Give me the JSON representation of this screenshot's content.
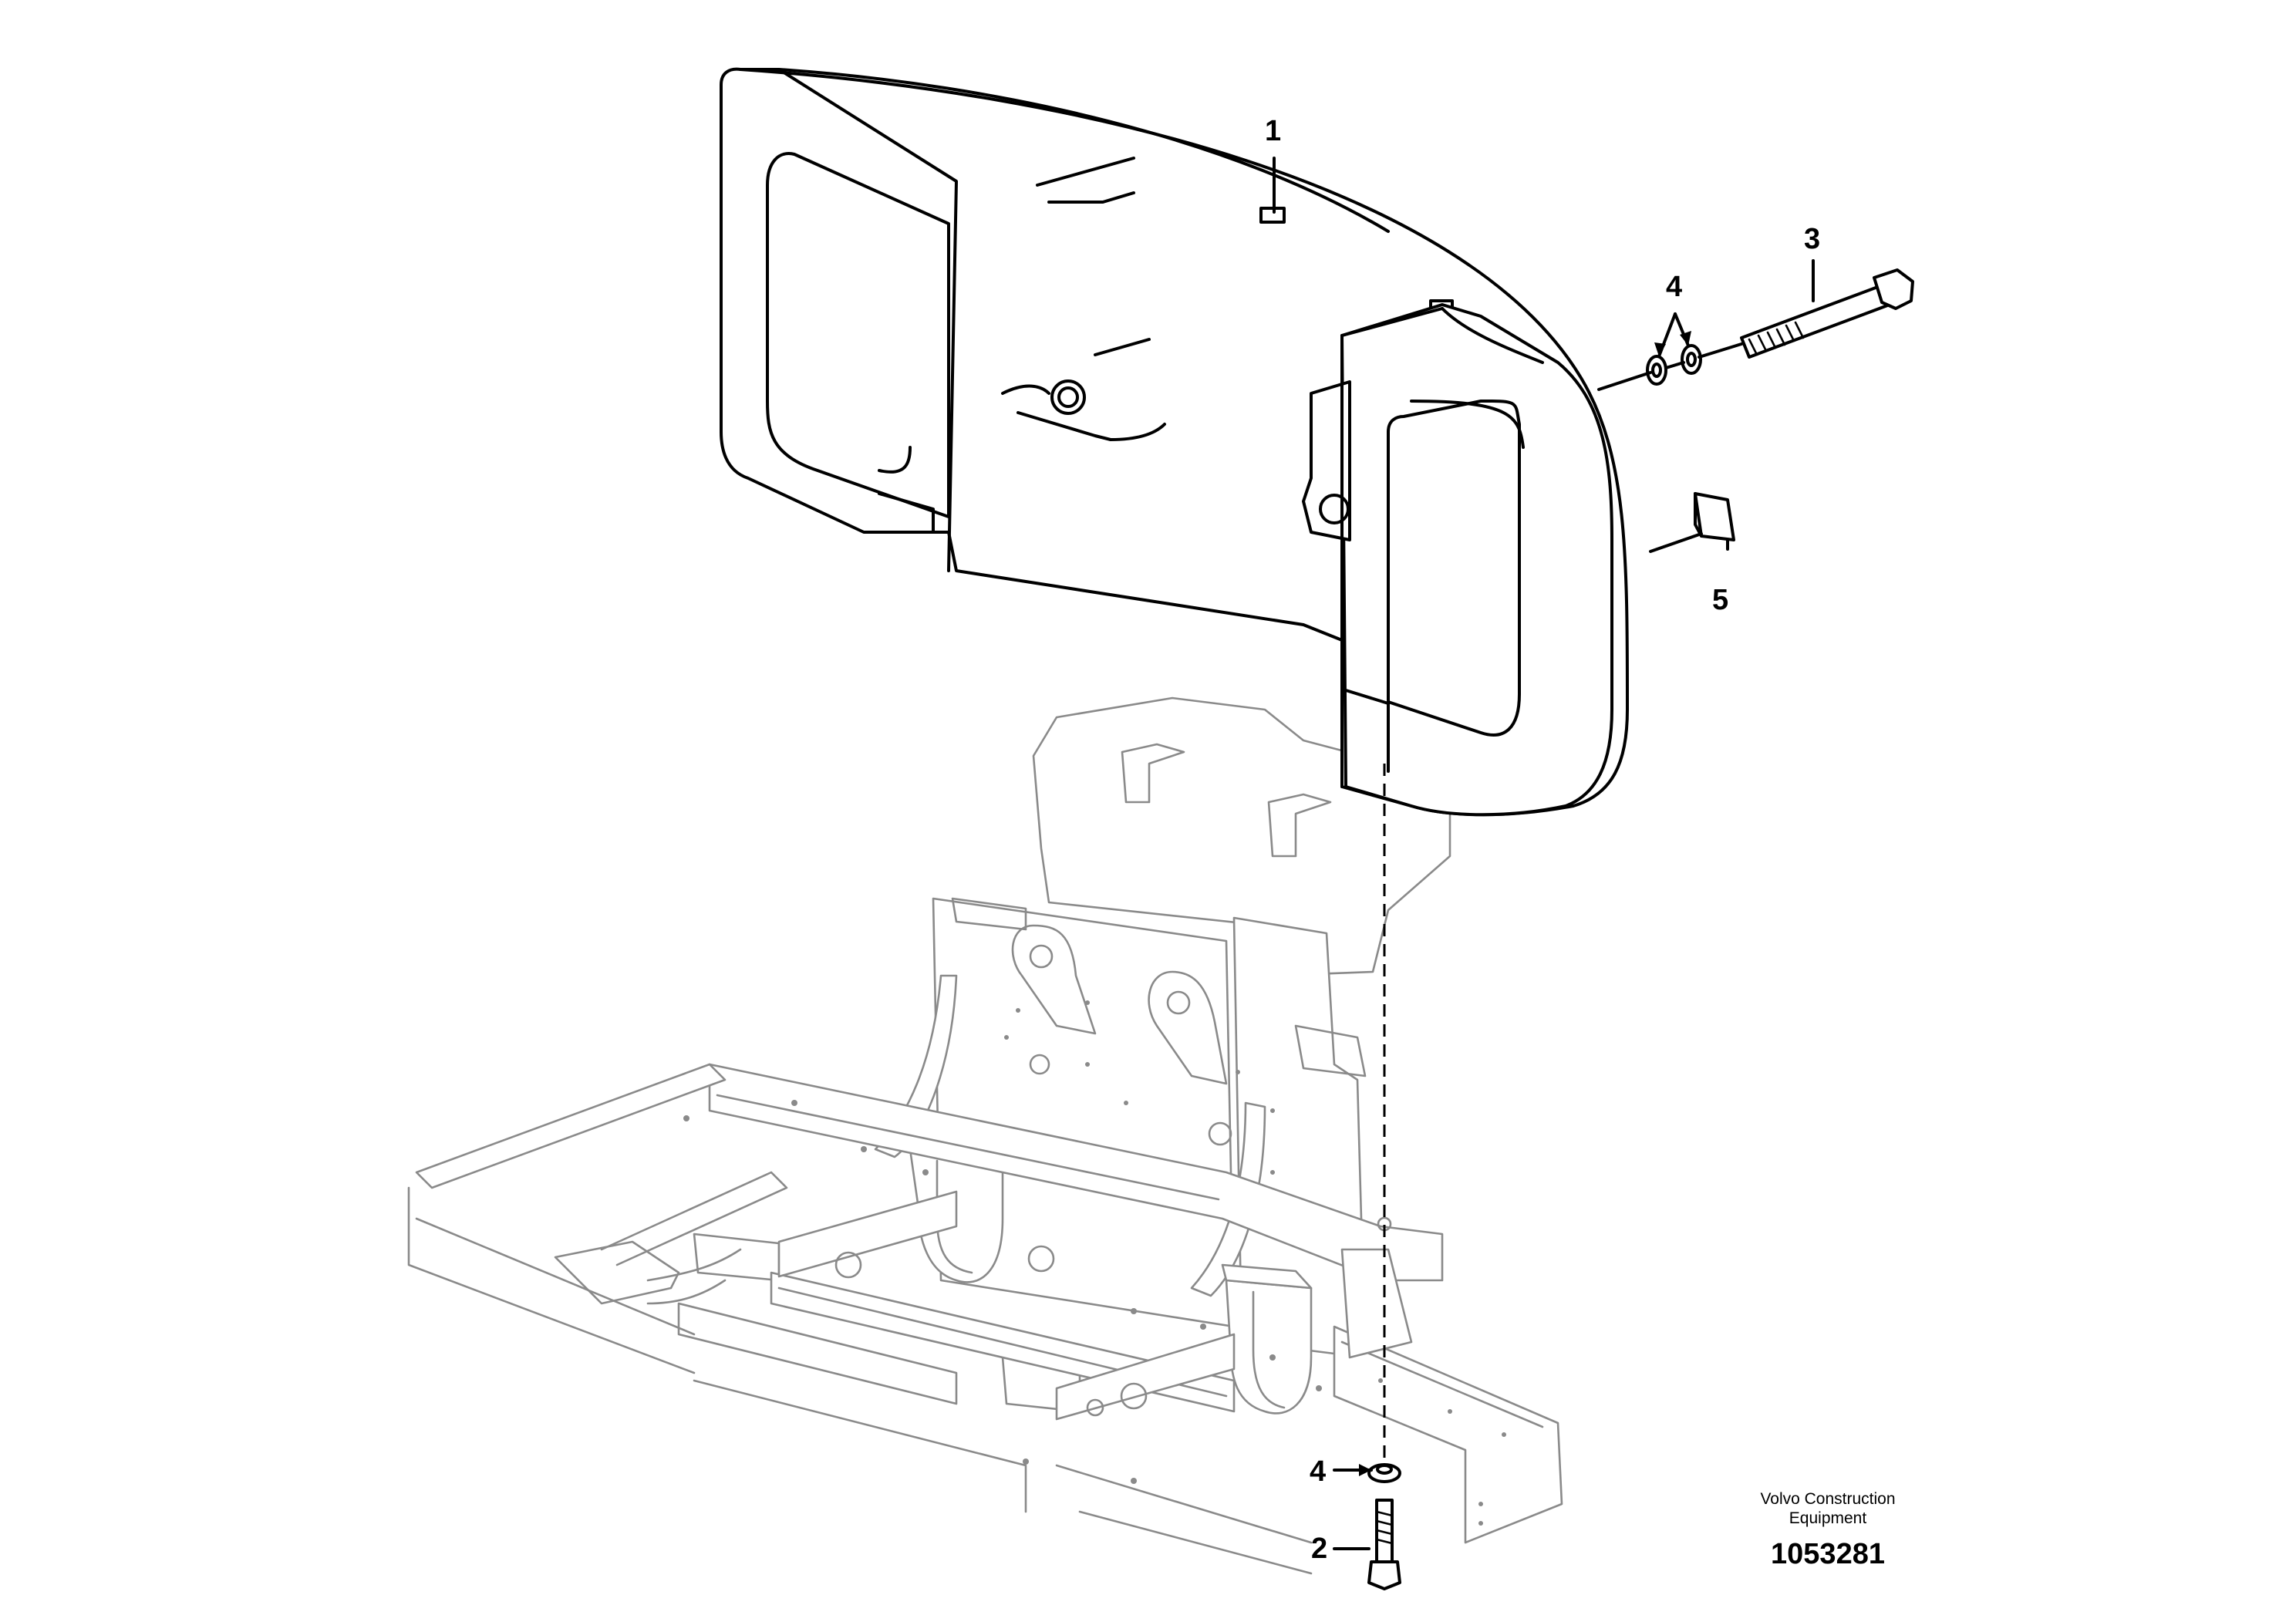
{
  "callouts": [
    {
      "id": "callout-1",
      "label": "1"
    },
    {
      "id": "callout-2",
      "label": "2"
    },
    {
      "id": "callout-3",
      "label": "3"
    },
    {
      "id": "callout-4-upper",
      "label": "4"
    },
    {
      "id": "callout-4-lower",
      "label": "4"
    },
    {
      "id": "callout-5",
      "label": "5"
    }
  ],
  "title_block": {
    "brand_line_1": "Volvo Construction",
    "brand_line_2": "Equipment",
    "drawing_number": "1053281"
  },
  "colors": {
    "line": "#000000",
    "background_part": "#8a8a8a",
    "paper": "#ffffff"
  }
}
